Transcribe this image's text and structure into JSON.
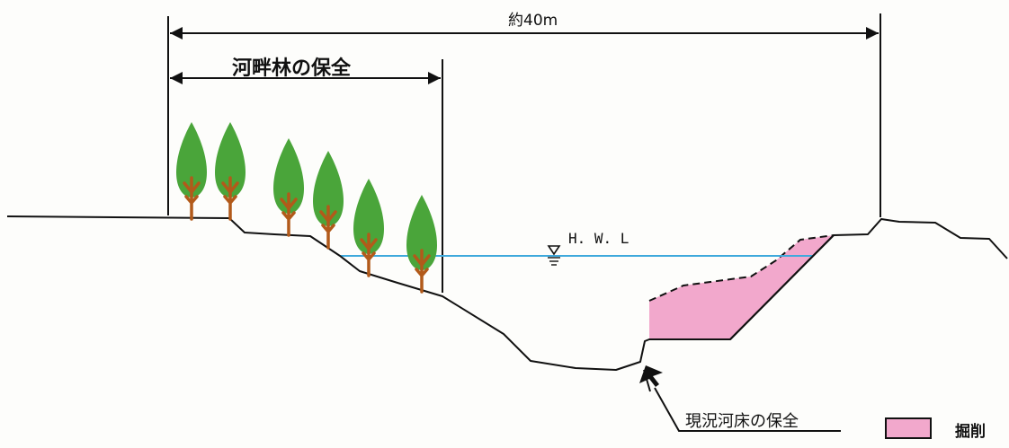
{
  "dimension": {
    "total_label": "約40m"
  },
  "zones": {
    "riparian_label": "河畔林の保全"
  },
  "water": {
    "label": "H. W. L"
  },
  "callouts": {
    "riverbed_label": "現況河床の保全"
  },
  "legend": {
    "items": [
      {
        "label": "掘削",
        "color": "#f2a8cc"
      }
    ]
  },
  "colors": {
    "ground": "#111111",
    "water_line": "#3fa9dc",
    "excavation": "#f2a8cc",
    "tree_canopy": "#4aa53a",
    "tree_trunk": "#b25a1a"
  },
  "icons": [
    "tree-icon",
    "water-level-icon",
    "arrow-icon"
  ]
}
